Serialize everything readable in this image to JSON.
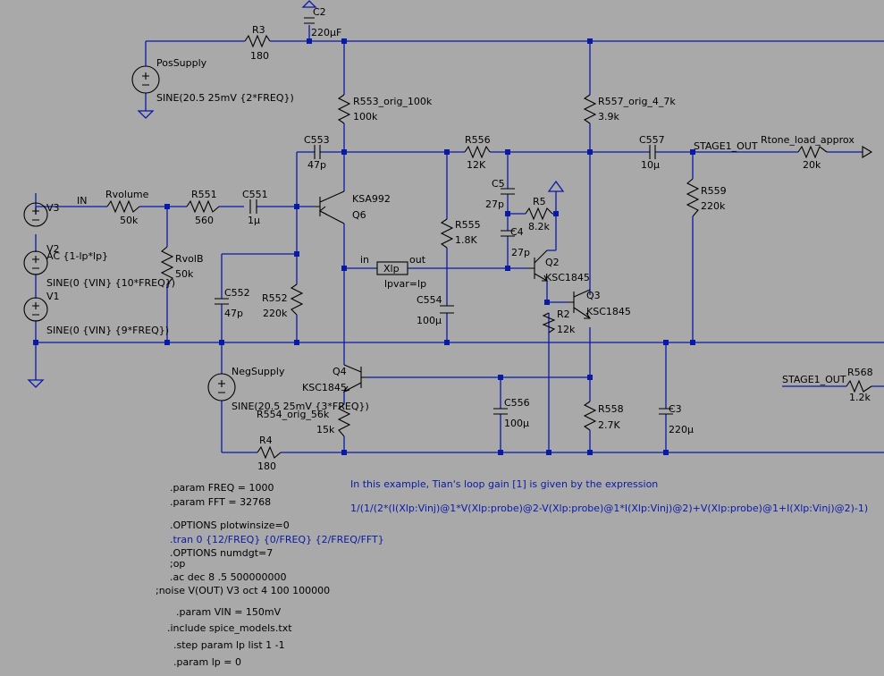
{
  "labels": {
    "c2": "C2",
    "c2_val": "220µF",
    "r3": "R3",
    "r3_val": "180",
    "pos_supply": "PosSupply",
    "pos_supply_src": "SINE(20.5 25mV {2*FREQ})",
    "r553": "R553_orig_100k",
    "r553_val": "100k",
    "r557": "R557_orig_4_7k",
    "r557_val": "3.9k",
    "c553": "C553",
    "c553_val": "47p",
    "r556": "R556",
    "r556_val": "12K",
    "c557": "C557",
    "c557_val": "10µ",
    "stage1_out": "STAGE1_OUT",
    "rtone": "Rtone_load_approx",
    "rtone_val": "20k",
    "c5": "C5",
    "c5_val": "27p",
    "r5": "R5",
    "r5_val": "8.2k",
    "c4": "C4",
    "c4_val": "27p",
    "r559": "R559",
    "r559_val": "220k",
    "v3": "V3",
    "in_net": "IN",
    "rvolume": "Rvolume",
    "rvolume_val": "50k",
    "r551": "R551",
    "r551_val": "560",
    "c551": "C551",
    "c551_val": "1µ",
    "ksa992": "KSA992",
    "q6": "Q6",
    "r555": "R555",
    "r555_val": "1.8K",
    "v2": "V2",
    "v2_ac": "AC {1-lp*lp}",
    "v2_src": "SINE(0 {VIN} {10*FREQ})",
    "rvolb": "RvolB",
    "rvolb_val": "50k",
    "xlp": "Xlp",
    "xlp_in": "in",
    "xlp_out": "out",
    "xlp_param": "lpvar=lp",
    "q2": "Q2",
    "q2_model": "KSC1845",
    "q3": "Q3",
    "q3_model": "KSC1845",
    "c552": "C552",
    "c552_val": "47p",
    "r552": "R552",
    "r552_val": "220k",
    "c554": "C554",
    "c554_val": "100µ",
    "r2": "R2",
    "r2_val": "12k",
    "v1": "V1",
    "v1_src": "SINE(0 {VIN} {9*FREQ})",
    "neg_supply": "NegSupply",
    "neg_supply_src": "SINE(20.5 25mV {3*FREQ})",
    "q4": "Q4",
    "q4_model": "KSC1845",
    "r554": "R554_orig_56k",
    "r554_val": "15k",
    "c556": "C556",
    "c556_val": "100µ",
    "r558": "R558",
    "r558_val": "2.7K",
    "c3": "C3",
    "c3_val": "220µ",
    "stage1_out_2": "STAGE1_OUT",
    "r568": "R568",
    "r568_val": "1.2k",
    "r4": "R4",
    "r4_val": "180"
  },
  "directives": [
    ".param FREQ = 1000",
    ".param FFT = 32768",
    ".OPTIONS plotwinsize=0",
    ".tran 0 {12/FREQ} {0/FREQ} {2/FREQ/FFT}",
    ".OPTIONS numdgt=7",
    ";op",
    ".ac dec 8 .5 500000000",
    ";noise V(OUT) V3 oct 4 100 100000",
    ".param VIN = 150mV",
    ".include spice_models.txt",
    ".step param lp list 1 -1",
    ".param lp = 0"
  ],
  "comment": {
    "line1": "In this example, Tian's loop gain [1] is given by the expression",
    "line2": "1/(1/(2*(I(Xlp:Vinj)@1*V(Xlp:probe)@2-V(Xlp:probe)@1*I(Xlp:Vinj)@2)+V(Xlp:probe)@1+I(Xlp:Vinj)@2)-1)"
  },
  "colors": {
    "background": "#a9a9a9",
    "wire": "#0a1aa8",
    "component": "#000000",
    "comment": "#0a1aa8"
  }
}
